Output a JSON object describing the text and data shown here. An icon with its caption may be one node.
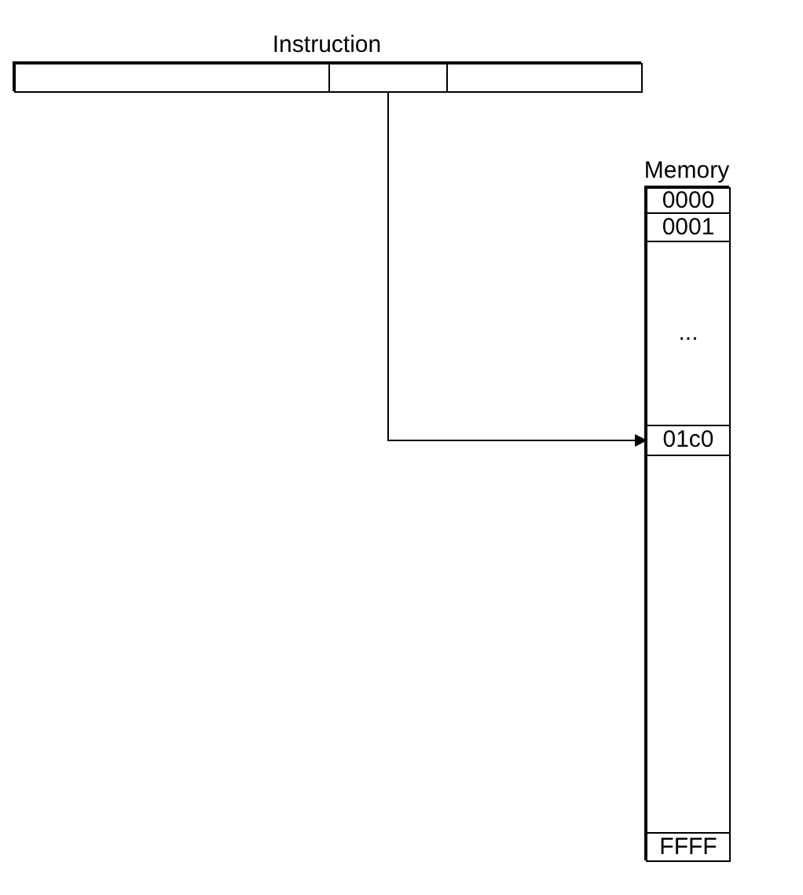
{
  "diagram": {
    "nodes": [
      {
        "text": [
          "Instruction"
        ]
      },
      {
        "text": [],
        "shape": "box",
        "in": 0
      },
      {
        "text": [],
        "shape": "box",
        "in": 0
      },
      {
        "text": [],
        "shape": "box",
        "in": 0
      },
      {
        "text": [
          "Memory"
        ]
      },
      {
        "text": [
          "0000"
        ],
        "in": 4
      },
      {
        "text": [
          "0001"
        ],
        "in": 4
      },
      {
        "text": [
          "..."
        ],
        "in": 4
      },
      {
        "text": [
          "01c0"
        ],
        "in": 4
      },
      {
        "text": [],
        "shape": "box",
        "in": 4
      },
      {
        "text": [
          "FFFF"
        ],
        "in": 4
      }
    ],
    "edges": [
      {
        "from": 2,
        "to": 8,
        "arrow": "to"
      }
    ]
  }
}
